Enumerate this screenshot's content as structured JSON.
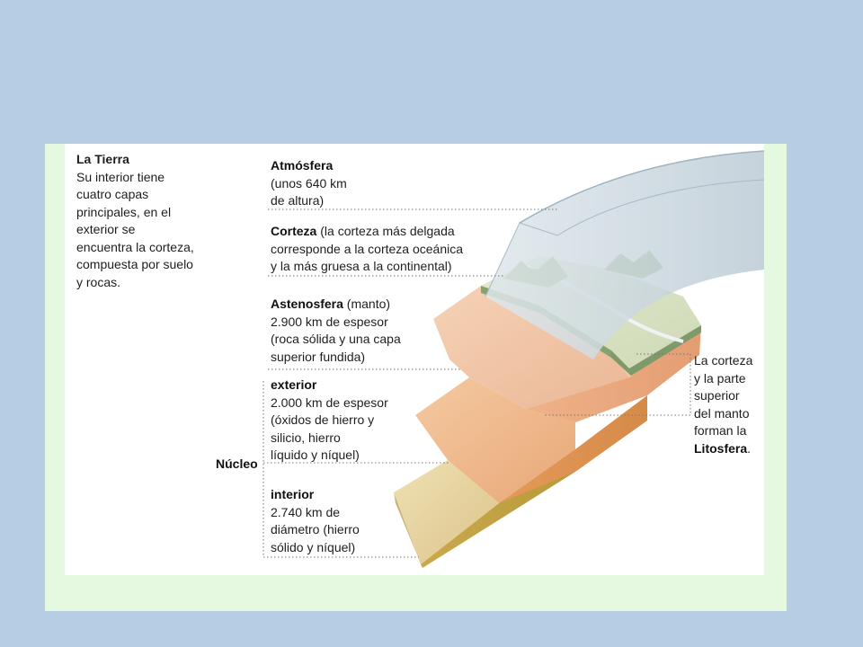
{
  "intro": {
    "title": "La Tierra",
    "lines": [
      "Su interior tiene",
      "cuatro capas",
      "principales, en el",
      "exterior se",
      "encuentra la corteza,",
      "compuesta por suelo",
      "y rocas."
    ]
  },
  "atmosfera": {
    "title": "Atmósfera",
    "lines": [
      "(unos 640 km",
      "de altura)"
    ]
  },
  "corteza": {
    "title": "Corteza",
    "first_rest": " (la corteza más delgada",
    "lines": [
      "corresponde a la corteza oceánica",
      "y la más gruesa a la continental)"
    ]
  },
  "astenosfera": {
    "title": "Astenosfera",
    "first_rest": " (manto)",
    "lines": [
      "2.900 km de espesor",
      "(roca sólida y una capa",
      "superior fundida)"
    ]
  },
  "exterior": {
    "title": "exterior",
    "lines": [
      "2.000 km de espesor",
      "(óxidos de hierro y",
      "silicio, hierro",
      "líquido y níquel)"
    ]
  },
  "nucleo": {
    "label": "Núcleo"
  },
  "interior": {
    "title": "interior",
    "lines": [
      "2.740 km de",
      "diámetro (hierro",
      "sólido y níquel)"
    ]
  },
  "litosfera": {
    "lines": [
      "La corteza",
      "y la parte",
      "superior",
      "del manto",
      "forman la"
    ],
    "bold": "Litosfera",
    "end": "."
  },
  "colors": {
    "background": "#b7cde3",
    "frame": "#e5f8e0",
    "panel": "#ffffff",
    "inner_core": "#e8d4a4",
    "outer_core": "#edb789",
    "mantle": "#f2c6a6",
    "crust_land": "#d7e2c0",
    "atmosphere": "#c8d6de"
  }
}
